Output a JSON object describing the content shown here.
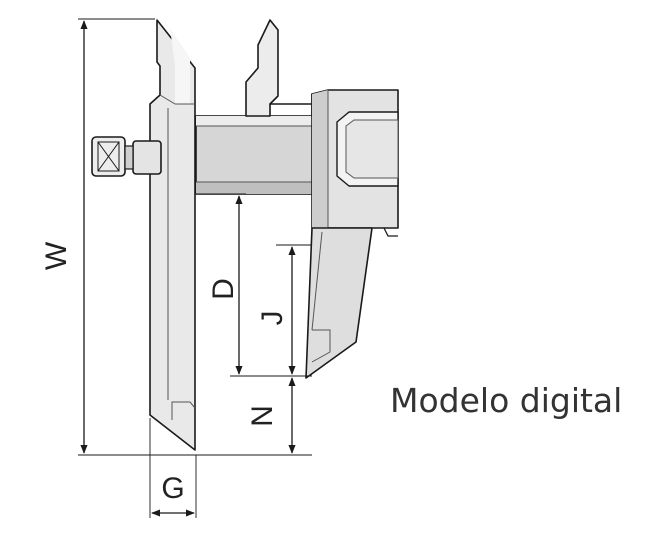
{
  "caption": "Modelo digital",
  "dimensions": {
    "W": "W",
    "D": "D",
    "J": "J",
    "N": "N",
    "G": "G"
  },
  "colors": {
    "line": "#1a1a1a",
    "fill_light": "#f2f2f2",
    "fill_mid": "#d9d9d9",
    "fill_dark": "#bdbdbd"
  }
}
